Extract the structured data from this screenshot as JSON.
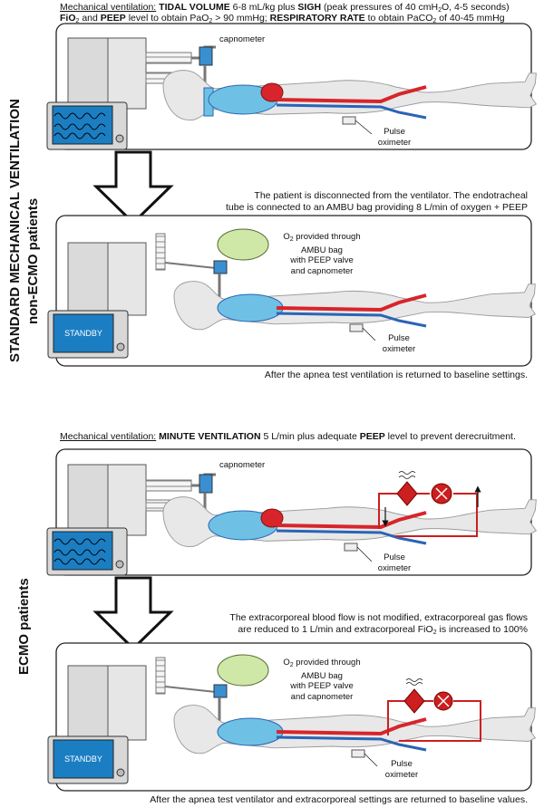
{
  "section1": {
    "side_title": "STANDARD MECHANICAL VENTILATION",
    "side_subtitle": "non-ECMO patients",
    "line1": {
      "lead": "Mechanical ventilation:",
      "k1": "TIDAL VOLUME",
      "t1": " 6-8 mL/kg plus ",
      "k2": "SIGH",
      "t2": " (peak pressures of 40 cmH",
      "sub": "2",
      "t3": "O, 4-5 seconds)"
    },
    "line2": {
      "k1": "FiO",
      "sub": "2",
      "t1": " and ",
      "k2": "PEEP",
      "t2": " level to obtain PaO",
      "sub2": "2",
      "t3": " > 90 mmHg; ",
      "k3": "RESPIRATORY RATE",
      "t4": " to obtain PaCO",
      "sub3": "2",
      "t5": " of 40-45 mmHg"
    },
    "label_capnometer": "capnometer",
    "label_pulse": "Pulse",
    "label_oximeter": "oximeter",
    "disconnect_line1": "The patient is disconnected from the ventilator. The endotracheal",
    "disconnect_line2": "tube is connected to an AMBU bag providing 8 L/min of oxygen + PEEP",
    "o2_line1": "O",
    "o2_sub": "2",
    "o2_line1b": " provided through",
    "o2_line2": "AMBU bag",
    "o2_line3": "with PEEP valve",
    "o2_line4": "and capnometer",
    "standby": "STANDBY",
    "footer": "After the apnea test ventilation is returned to baseline settings."
  },
  "section2": {
    "side_title": "ECMO patients",
    "line1": {
      "lead": "Mechanical ventilation:",
      "k1": "MINUTE VENTILATION",
      "t1": " 5 L/min plus adequate ",
      "k2": "PEEP",
      "t2": " level to prevent derecruitment."
    },
    "label_capnometer": "capnometer",
    "label_pulse": "Pulse",
    "label_oximeter": "oximeter",
    "ecmo_line1": "The extracorporeal blood flow is not modified, extracorporeal gas flows",
    "ecmo_line2a": "are reduced to 1 L/min and extracorporeal FiO",
    "ecmo_sub": "2",
    "ecmo_line2b": " is increased to 100%",
    "o2_line1": "O",
    "o2_sub": "2",
    "o2_line1b": " provided through",
    "o2_line2": "AMBU bag",
    "o2_line3": "with PEEP valve",
    "o2_line4": "and capnometer",
    "standby": "STANDBY",
    "footer": "After the apnea test ventilator and extracorporeal settings are returned to baseline values."
  },
  "colors": {
    "lung_blue": "#6ec1e4",
    "artery_red": "#d7252b",
    "vein_blue": "#2a64b5",
    "monitor_blue": "#1b7ec2",
    "body_gray": "#e6e6e6",
    "ecmo_red": "#cc1f1f",
    "bag_green": "#cfe8a8"
  }
}
